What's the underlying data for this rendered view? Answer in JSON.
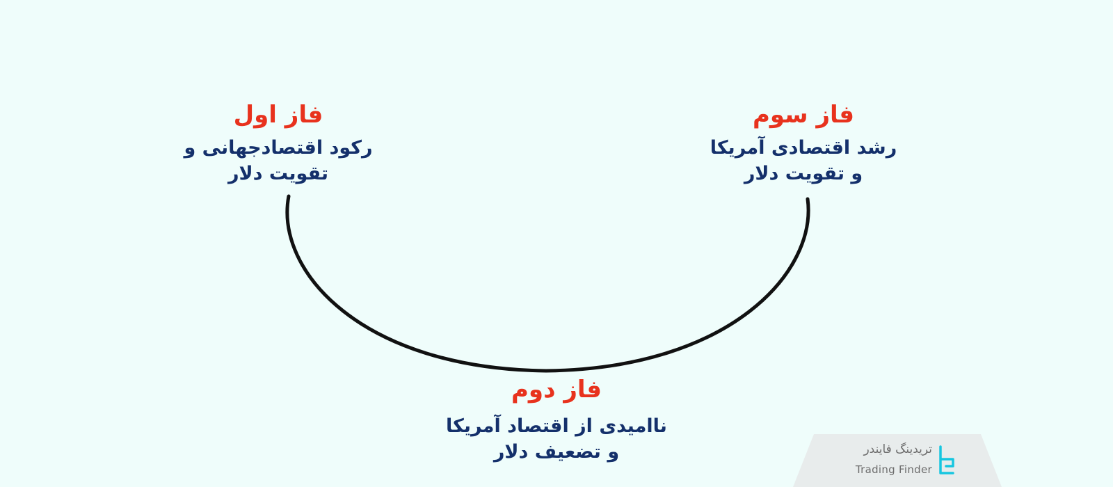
{
  "phases": {
    "one": {
      "title": "فاز اول",
      "desc_line1": "رکود اقتصادجهانی و",
      "desc_line2": "تقویت دلار"
    },
    "two": {
      "title": "فاز دوم",
      "desc_line1": "ناامیدی از اقتصاد آمریکا",
      "desc_line2": "و تضعیف دلار"
    },
    "three": {
      "title": "فاز سوم",
      "desc_line1": "رشد اقتصادی آمریکا",
      "desc_line2": "و تقویت دلار"
    }
  },
  "logo": {
    "name_fa": "تریدینگ فایندر",
    "name_en": "Trading Finder",
    "icon": "trading-finder-logo-icon"
  },
  "colors": {
    "background": "#effdfb",
    "title": "#e8321d",
    "description": "#14306b",
    "curve": "#111111",
    "logo_accent": "#17c6e0"
  }
}
